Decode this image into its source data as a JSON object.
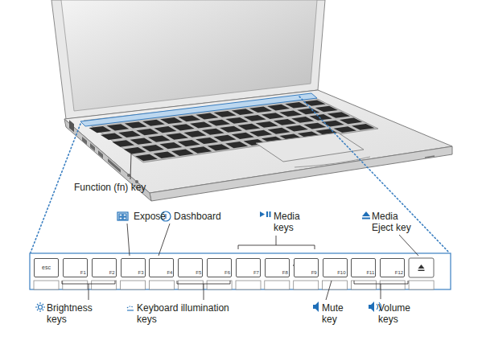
{
  "diagram": {
    "nodes": [
      {
        "text": [
          "esc"
        ]
      },
      {
        "text": [
          "F1"
        ]
      },
      {
        "text": [
          "F2"
        ]
      },
      {
        "text": [
          "F3"
        ]
      },
      {
        "text": [
          "F4"
        ]
      },
      {
        "text": [
          "F5"
        ]
      },
      {
        "text": [
          "F6"
        ]
      },
      {
        "text": [
          "F7"
        ]
      },
      {
        "text": [
          "F8"
        ]
      },
      {
        "text": [
          "F9"
        ]
      },
      {
        "text": [
          "F10"
        ]
      },
      {
        "text": [
          "F11"
        ]
      },
      {
        "text": [
          "F12"
        ]
      }
    ],
    "labels": [
      "Function (fn) key",
      "Exposé",
      "Dashboard",
      "Media keys",
      "Media Eject key",
      "Brightness keys",
      "Keyboard illumination keys",
      "Mute key",
      "Volume keys"
    ]
  }
}
